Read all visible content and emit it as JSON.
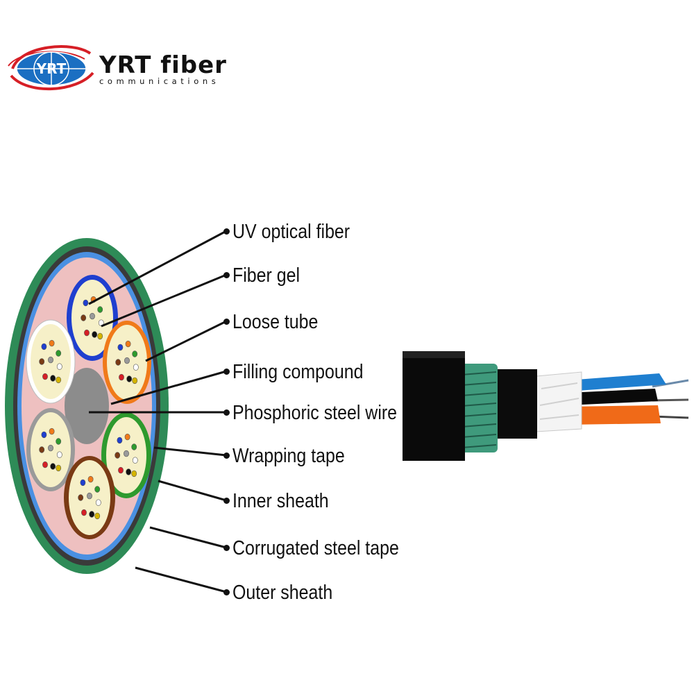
{
  "logo": {
    "emblem": "YRT",
    "name": "YRT fiber",
    "tagline": "communications"
  },
  "labels": [
    "UV optical fiber",
    "Fiber gel",
    "Loose tube",
    "Filling compound",
    "Phosphoric steel wire",
    "Wrapping tape",
    "Inner sheath",
    "Corrugated steel tape",
    "Outer sheath"
  ],
  "colors": {
    "outer_sheath": "#2e8b57",
    "steel_tape": "#3a3a3a",
    "inner_sheath": "#4a90e2",
    "filling": "#eec0c0",
    "core_wire": "#8c8c8c",
    "gel": "#f6f0c8",
    "tube_blue": "#1f3fcf",
    "tube_orange": "#f07a1a",
    "tube_green": "#2e9a2e",
    "tube_brown": "#7a3a14",
    "tube_grey": "#9a9a9a",
    "tube_white": "#ffffff",
    "logo_red": "#d61f26",
    "logo_blue": "#1b6fc2"
  }
}
